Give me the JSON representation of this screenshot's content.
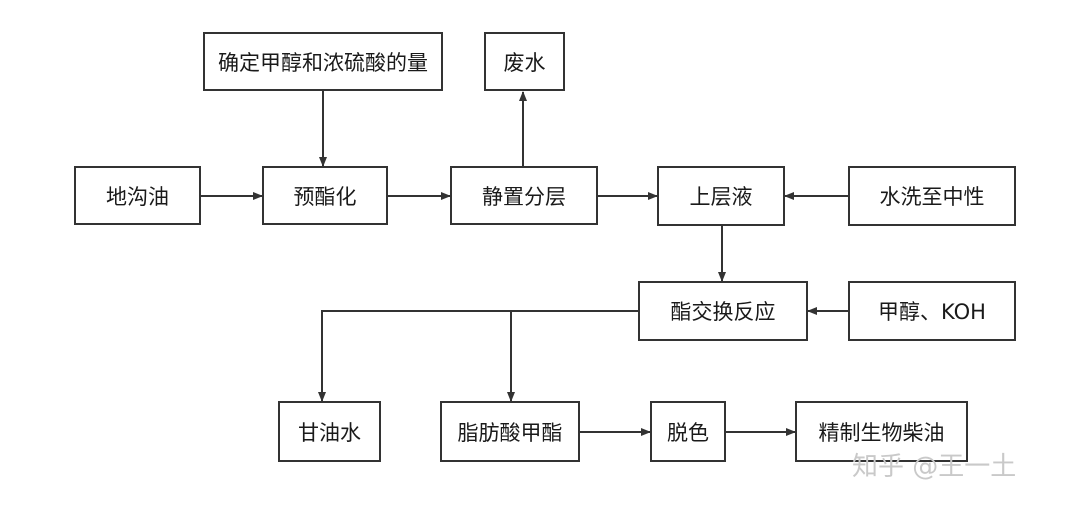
{
  "diagram": {
    "nodes": {
      "n_methanol_acid": "确定甲醇和浓硫酸的量",
      "n_wastewater": "废水",
      "n_gutter_oil": "地沟油",
      "n_pre_esterification": "预酯化",
      "n_settle": "静置分层",
      "n_upper_liquid": "上层液",
      "n_water_wash": "水洗至中性",
      "n_transesterification": "酯交换反应",
      "n_methanol_koh": "甲醇、KOH",
      "n_glycerol_water": "甘油水",
      "n_fame": "脂肪酸甲酯",
      "n_decolor": "脱色",
      "n_biodiesel": "精制生物柴油"
    },
    "edges": [
      [
        "n_gutter_oil",
        "n_pre_esterification"
      ],
      [
        "n_methanol_acid",
        "n_pre_esterification"
      ],
      [
        "n_pre_esterification",
        "n_settle"
      ],
      [
        "n_settle",
        "n_wastewater"
      ],
      [
        "n_settle",
        "n_upper_liquid"
      ],
      [
        "n_water_wash",
        "n_upper_liquid"
      ],
      [
        "n_upper_liquid",
        "n_transesterification"
      ],
      [
        "n_methanol_koh",
        "n_transesterification"
      ],
      [
        "n_transesterification",
        "n_glycerol_water"
      ],
      [
        "n_transesterification",
        "n_fame"
      ],
      [
        "n_fame",
        "n_decolor"
      ],
      [
        "n_decolor",
        "n_biodiesel"
      ]
    ]
  },
  "watermark": "知乎 @王一土"
}
